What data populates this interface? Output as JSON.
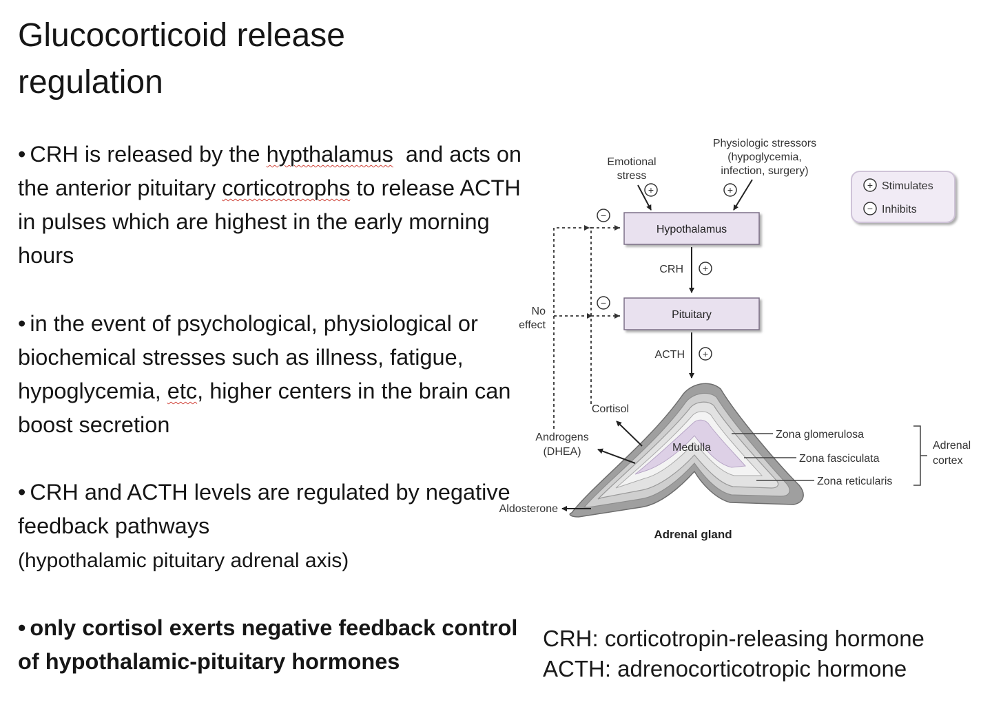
{
  "title": "Glucocorticoid release regulation",
  "bullets": {
    "b1": {
      "part1": "CRH is released by the ",
      "hypothalamus": "hypthalamus",
      "part2": "  and acts on the anterior pituitary ",
      "corticotrophs": "corticotrophs",
      "part3": " to release ACTH in pulses which are highest in the early morning hours"
    },
    "b2": {
      "part1": "in the event of psychological, physiological or biochemical stresses such as illness, fatigue, hypoglycemia, ",
      "etc": "etc",
      "part2": ", higher centers in the brain can boost secretion"
    },
    "b3": {
      "text": "CRH and ACTH levels are regulated by negative feedback pathways",
      "note": "(hypothalamic pituitary adrenal axis)"
    },
    "b4": {
      "text": "only cortisol exerts negative feedback control of hypothalamic-pituitary hormones"
    }
  },
  "diagram": {
    "emotional_stress": [
      "Emotional",
      "stress"
    ],
    "physiologic_stressors": [
      "Physiologic stressors",
      "(hypoglycemia,",
      "infection, surgery)"
    ],
    "legend": {
      "stimulates": "Stimulates",
      "inhibits": "Inhibits"
    },
    "hypothalamus": "Hypothalamus",
    "pituitary": "Pituitary",
    "crh": "CRH",
    "acth": "ACTH",
    "no_effect": [
      "No",
      "effect"
    ],
    "cortisol": "Cortisol",
    "androgens": [
      "Androgens",
      "(DHEA)"
    ],
    "aldosterone": "Aldosterone",
    "medulla": "Medulla",
    "zona_glomerulosa": "Zona glomerulosa",
    "zona_fasciculata": "Zona fasciculata",
    "zona_reticularis": "Zona reticularis",
    "adrenal_cortex": [
      "Adrenal",
      "cortex"
    ],
    "adrenal_gland": "Adrenal gland",
    "plus": "+",
    "minus": "−"
  },
  "abbreviations": [
    "CRH: corticotropin-releasing hormone",
    "ACTH: adrenocorticotropic hormone"
  ],
  "colors": {
    "box_fill": "#e9e1ef",
    "medulla_fill": "#ddd0e6",
    "legend_fill": "#f1ebf5"
  }
}
